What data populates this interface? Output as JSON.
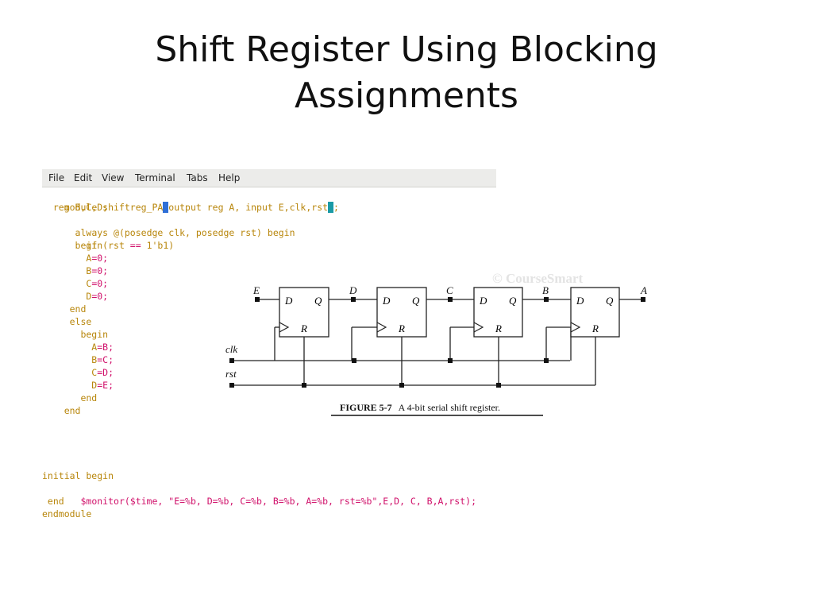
{
  "title": {
    "line1": "Shift Register Using Blocking",
    "line2": "Assignments"
  },
  "terminal": {
    "menu": [
      "File",
      "Edit",
      "View",
      "Terminal",
      "Tabs",
      "Help"
    ]
  },
  "code": {
    "l1_a": "module shiftreg_PA",
    "l1_b": "output reg A, input E,clk,rst",
    "l1_c": ";",
    "l2": "  reg B,C,D;",
    "l3_a": "  always @",
    "l3_b": "(posedge clk, posedge rst) begin",
    "l4_a": "    if (rst ",
    "l4_b": "==",
    "l4_c": " 1'b1)",
    "l5": "      begin",
    "l6_a": "        A",
    "l6_b": "=0;",
    "l7_a": "        B",
    "l7_b": "=0;",
    "l8_a": "        C",
    "l8_b": "=0;",
    "l9_a": "        D",
    "l9_b": "=0;",
    "l10": "     end",
    "l11": "     else",
    "l12": "       begin",
    "l13_a": "         A",
    "l13_b": "=B;",
    "l14_a": "         B",
    "l14_b": "=C;",
    "l15_a": "         C",
    "l15_b": "=D;",
    "l16_a": "         D",
    "l16_b": "=E;",
    "l17": "       end",
    "l18": "    end",
    "l19": "initial begin",
    "l20_a": "   $monitor($time, ",
    "l20_b": "\"E=%b, D=%b, C=%b, B=%b, A=%b, rst=%b\"",
    "l20_c": ",E,D, C, B,A,rst);",
    "l21": " end",
    "l22": "endmodule"
  },
  "figure": {
    "watermark": "© CourseSmart",
    "signals": {
      "e": "E",
      "d": "D",
      "c": "C",
      "b": "B",
      "a": "A",
      "clk": "clk",
      "rst": "rst"
    },
    "ff_d": "D",
    "ff_q": "Q",
    "ff_r": "R",
    "caption_num": "FIGURE 5-7",
    "caption_text": "A 4-bit serial shift register."
  }
}
